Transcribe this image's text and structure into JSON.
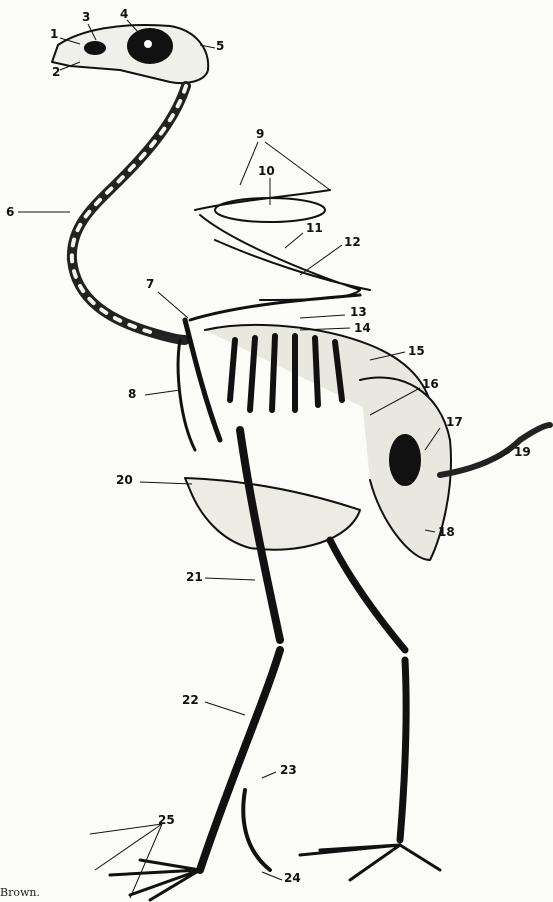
{
  "figure": {
    "labels": [
      "1",
      "2",
      "3",
      "4",
      "5",
      "6",
      "7",
      "8",
      "9",
      "10",
      "11",
      "12",
      "13",
      "14",
      "15",
      "16",
      "17",
      "18",
      "19",
      "20",
      "21",
      "22",
      "23",
      "24",
      "25"
    ],
    "credit": "Brown."
  }
}
